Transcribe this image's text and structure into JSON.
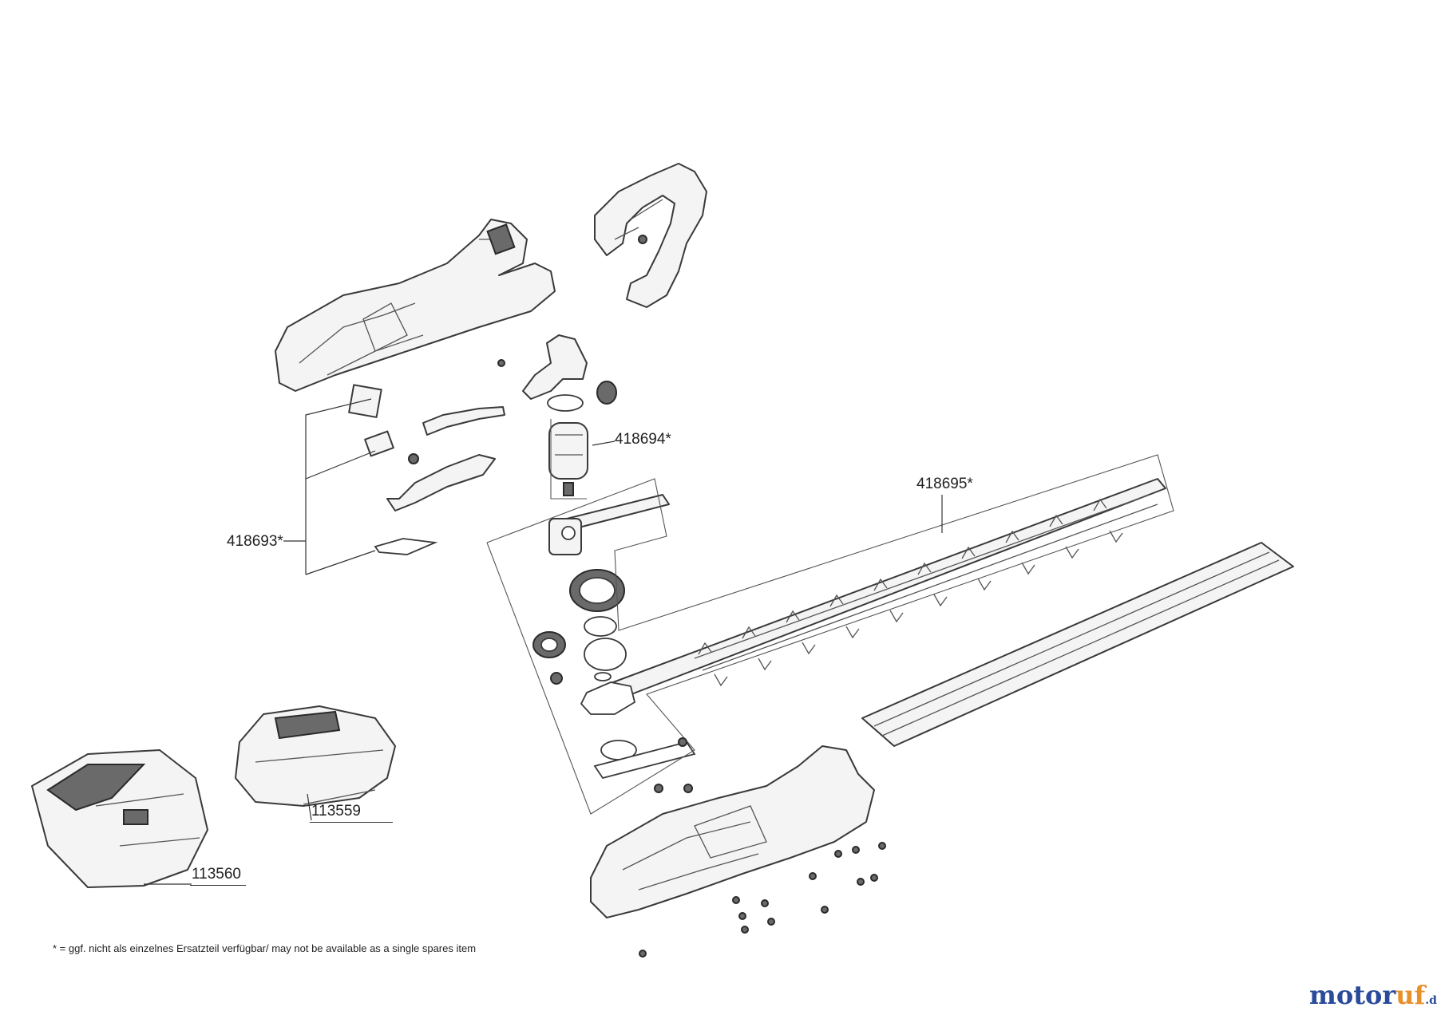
{
  "callouts": {
    "motor": "418694*",
    "blade": "418695*",
    "small_parts": "418693*",
    "battery": "113559",
    "charger": "113560"
  },
  "footnote": "* = ggf. nicht als einzelnes Ersatzteil verfügbar/ may not be available as a single spares item",
  "brand": {
    "part1": "motor",
    "part2": "uf",
    "part3": ".de"
  },
  "colors": {
    "brand_blue": "#2a4a9a",
    "brand_orange": "#e8902a",
    "line": "#3a3a3a"
  }
}
